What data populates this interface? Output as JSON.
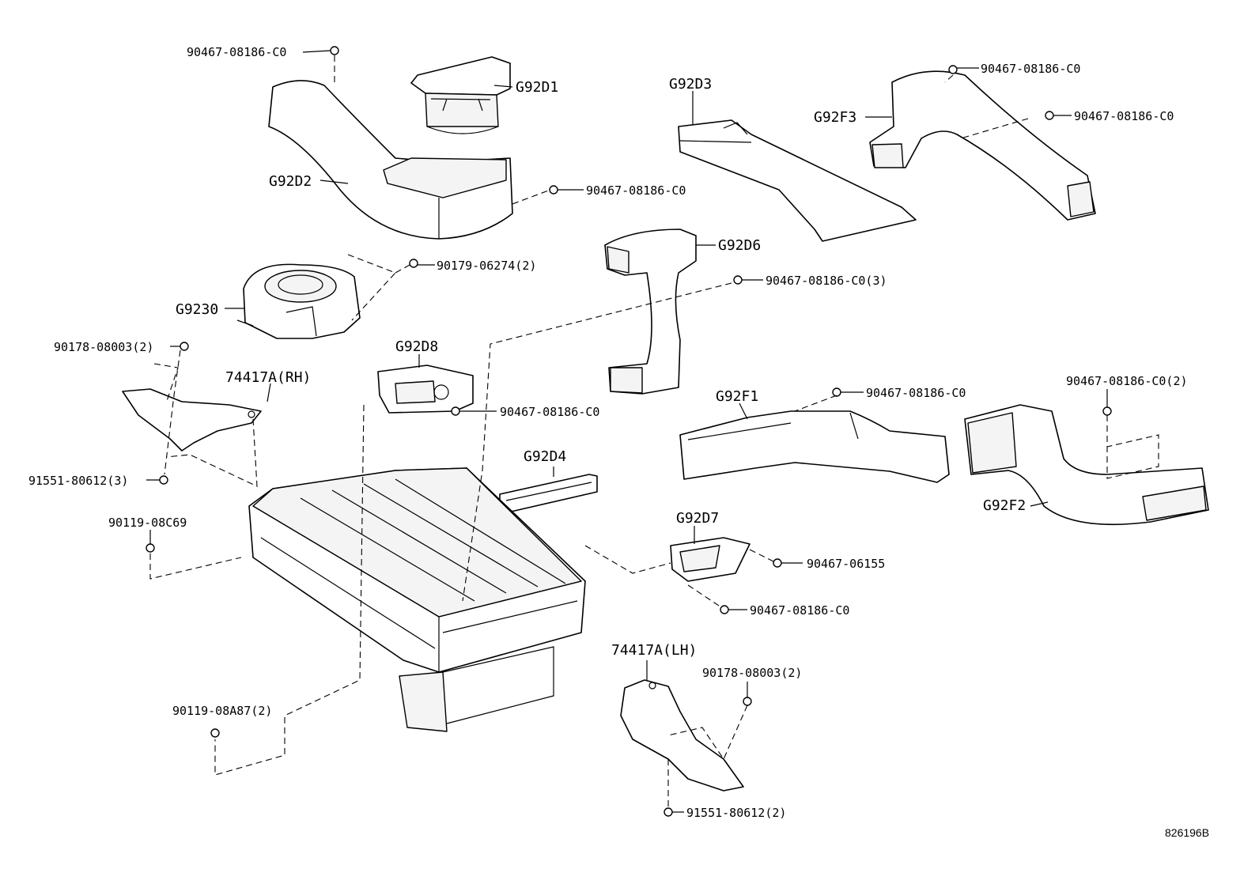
{
  "callouts": {
    "g92d1": "G92D1",
    "g92d2": "G92D2",
    "g92d3": "G92D3",
    "g92f3": "G92F3",
    "g92d6": "G92D6",
    "g9230": "G9230",
    "g92d8": "G92D8",
    "rh": "74417A(RH)",
    "g92f1": "G92F1",
    "g92d4": "G92D4",
    "g92f2": "G92F2",
    "g92d7": "G92D7",
    "lh": "74417A(LH)"
  },
  "part_numbers": {
    "p1": "90467-08186-C0",
    "p2": "90467-08186-C0",
    "p3": "90467-08186-C0",
    "p4": "90467-08186-C0",
    "p5": "90179-06274(2)",
    "p6": "90467-08186-C0(3)",
    "p7": "90178-08003(2)",
    "p8": "90467-08186-C0",
    "p9": "90467-08186-C0",
    "p10": "90467-08186-C0(2)",
    "p11": "91551-80612(3)",
    "p12": "90119-08C69",
    "p13": "90467-06155",
    "p14": "90467-08186-C0",
    "p15": "90178-08003(2)",
    "p16": "90119-08A87(2)",
    "p17": "91551-80612(2)"
  },
  "figure_number": "826196B"
}
